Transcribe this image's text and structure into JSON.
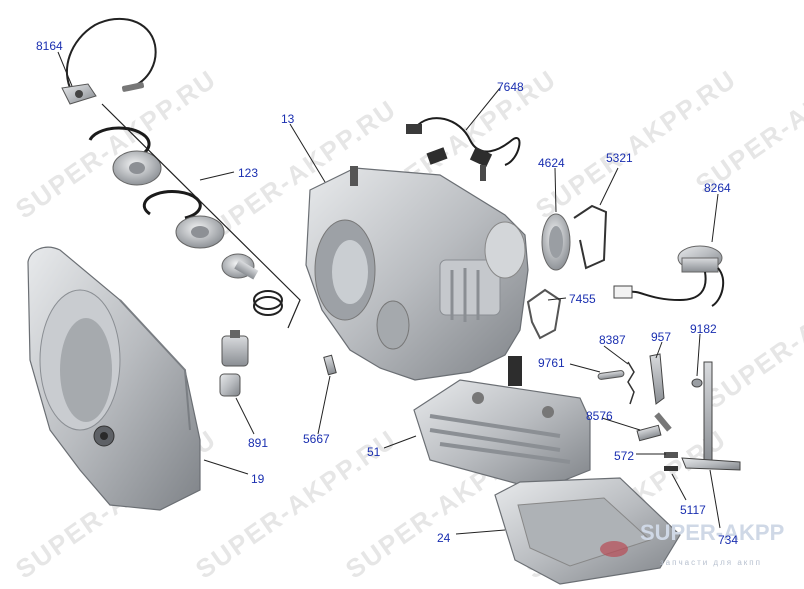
{
  "watermark": "SUPER-AKPP.RU",
  "brand": {
    "name": "SUPER-AKPP",
    "tagline": "запчасти для акпп"
  },
  "colors": {
    "callout": "#1a2fb0",
    "leader": "#222222",
    "metal": "#b9bcc0"
  },
  "callouts": {
    "c8164": "8164",
    "c123": "123",
    "c13": "13",
    "c7648": "7648",
    "c4624": "4624",
    "c5321": "5321",
    "c8264": "8264",
    "c7455": "7455",
    "c8387": "8387",
    "c957": "957",
    "c9182": "9182",
    "c9761": "9761",
    "c8576": "8576",
    "c572": "572",
    "c5117": "5117",
    "c734": "734",
    "c891": "891",
    "c5667": "5667",
    "c51": "51",
    "c19": "19",
    "c24": "24"
  }
}
